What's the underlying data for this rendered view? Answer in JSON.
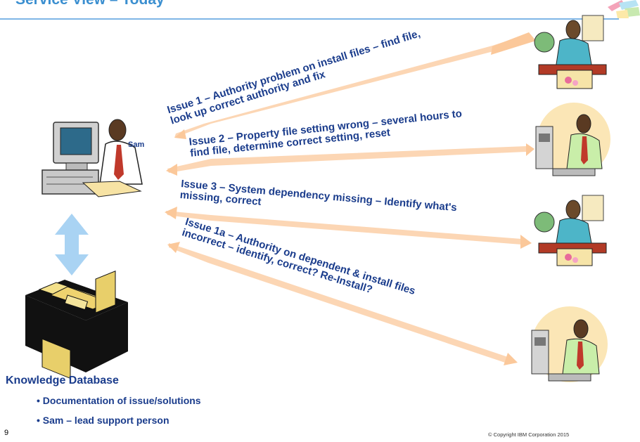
{
  "slide": {
    "title": "Service View – Today",
    "page_number": "9",
    "copyright": "© Copyright IBM Corporation 2015"
  },
  "people": {
    "sam_label": "Sam"
  },
  "issues": [
    {
      "text_line1": "Issue 1 – Authority problem on install files – find file,",
      "text_line2": "look up correct authority and fix"
    },
    {
      "text_line1": "Issue 2 – Property file setting wrong – several hours to",
      "text_line2": "find file, determine correct setting, reset"
    },
    {
      "text_line1": "Issue 3 – System dependency missing – Identify what's",
      "text_line2": "missing, correct"
    },
    {
      "text_line1": "Issue 1a – Authority on dependent & install files",
      "text_line2": "incorrect – identify, correct?  Re-Install?"
    }
  ],
  "knowledge_base": {
    "title": "Knowledge Database",
    "bullets": [
      "• Documentation of issue/solutions",
      "• Sam – lead support person"
    ]
  },
  "colors": {
    "title_blue": "#3b8fd0",
    "text_navy": "#1a3c8c",
    "arrow_peach": "#fcd6b4",
    "db_arrow_blue": "#a9d3f3"
  }
}
